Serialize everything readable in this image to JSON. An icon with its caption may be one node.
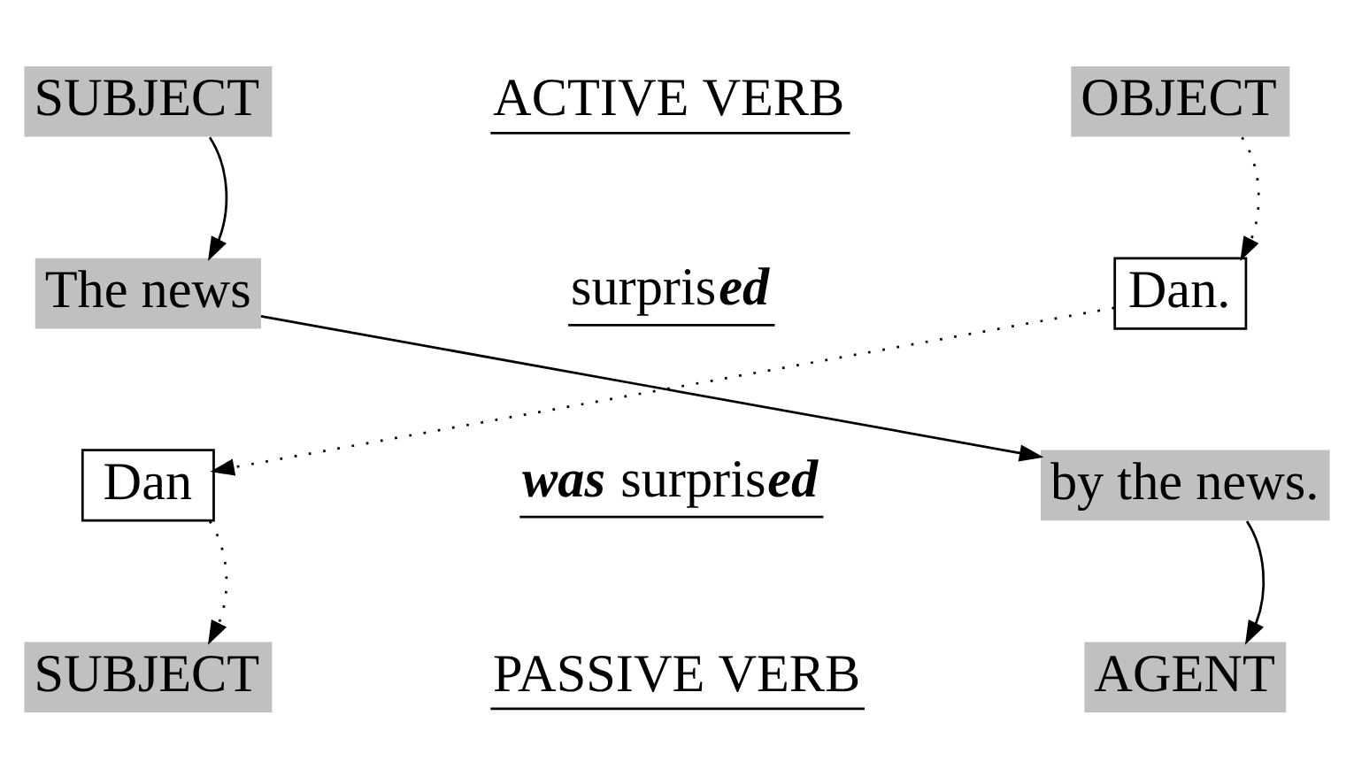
{
  "diagram": {
    "nodes": [
      {
        "text": [
          "SUBJECT"
        ]
      },
      {
        "text": [
          "OBJECT"
        ]
      },
      {
        "text": [
          "The news"
        ]
      },
      {
        "text": [
          "Dan."
        ]
      },
      {
        "text": [
          "Dan"
        ]
      },
      {
        "text": [
          "by the news."
        ]
      },
      {
        "text": [
          "SUBJECT"
        ]
      },
      {
        "text": [
          "AGENT"
        ]
      }
    ],
    "edges": [
      {
        "from": 0,
        "to": 2,
        "arrow": "to"
      },
      {
        "from": 1,
        "to": 3,
        "arrow": "to",
        "style": "dashed"
      },
      {
        "from": 2,
        "to": 5,
        "arrow": "to"
      },
      {
        "from": 3,
        "to": 4,
        "arrow": "to",
        "style": "dashed"
      },
      {
        "from": 4,
        "to": 6,
        "arrow": "to",
        "style": "dashed"
      },
      {
        "from": 5,
        "to": 7,
        "arrow": "to"
      }
    ],
    "labels": [
      "ACTIVE VERB",
      "surpris**ed**",
      "**was** surpris**ed**",
      "PASSIVE VERB"
    ]
  }
}
